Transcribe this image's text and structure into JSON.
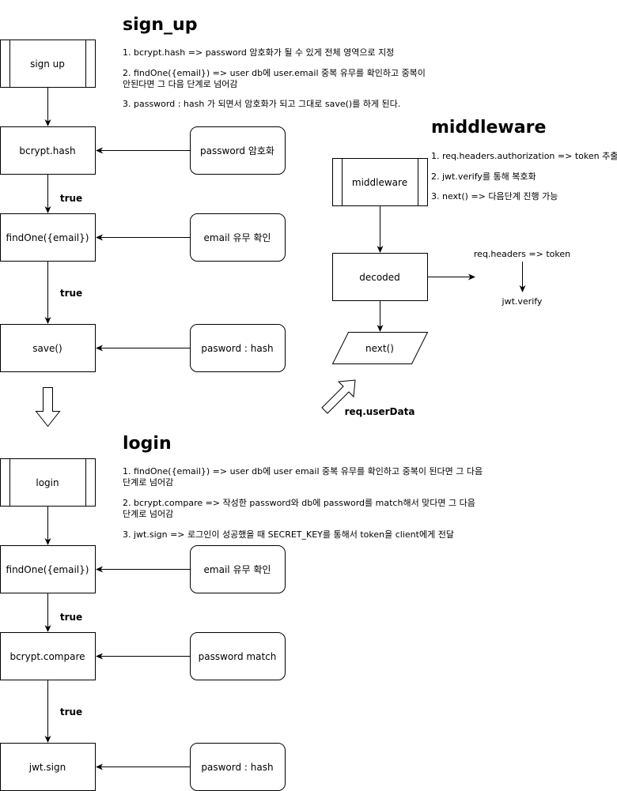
{
  "sections": {
    "signup_title": "sign_up",
    "middleware_title": "middleware",
    "login_title": "login"
  },
  "signup": {
    "start": "sign up",
    "hash": "bcrypt.hash",
    "find": "findOne({email})",
    "save": "save()",
    "side_hash": "password 암호화",
    "side_find": "email 유무 확인",
    "side_save": "pasword : hash",
    "true_1": "true",
    "true_2": "true",
    "notes": [
      "1. bcrypt.hash => password 암호화가 될 수 있게 전체 영역으로 지정",
      "2. findOne({email}) => user db에 user.email 중복 유무를 확인하고 중복이",
      "안된다면 그 다음 단계로 넘어감",
      "3. password : hash 가 되면서 암호화가 되고 그대로 save()를 하게 된다."
    ]
  },
  "middleware": {
    "start": "middleware",
    "decoded": "decoded",
    "next": "next()",
    "side_headers": "req.headers => token",
    "side_verify": "jwt.verify",
    "req_userdata": "req.userData",
    "notes": [
      "1. req.headers.authorization => token 추출",
      "2. jwt.verify를 통해 복호화",
      "3. next() => 다음단계 진행 가능"
    ]
  },
  "login": {
    "start": "login",
    "find": "findOne({email})",
    "compare": "bcrypt.compare",
    "sign": "jwt.sign",
    "side_find": "email 유무 확인",
    "side_compare": "password match",
    "side_sign": "pasword : hash",
    "true_1": "true",
    "true_2": "true",
    "notes": [
      "1. findOne({email}) => user db에 user email 중복 유무를 확인하고 중복이 된다면 그 다음",
      "단계로 넘어감",
      "2. bcrypt.compare => 작성한 password와 db에 password를 match해서 맞다면 그 다음",
      "단계로 넘어감",
      "3. jwt.sign => 로그인이 성공했을 때 SECRET_KEY를 통해서 token을 client에게 전달"
    ]
  }
}
